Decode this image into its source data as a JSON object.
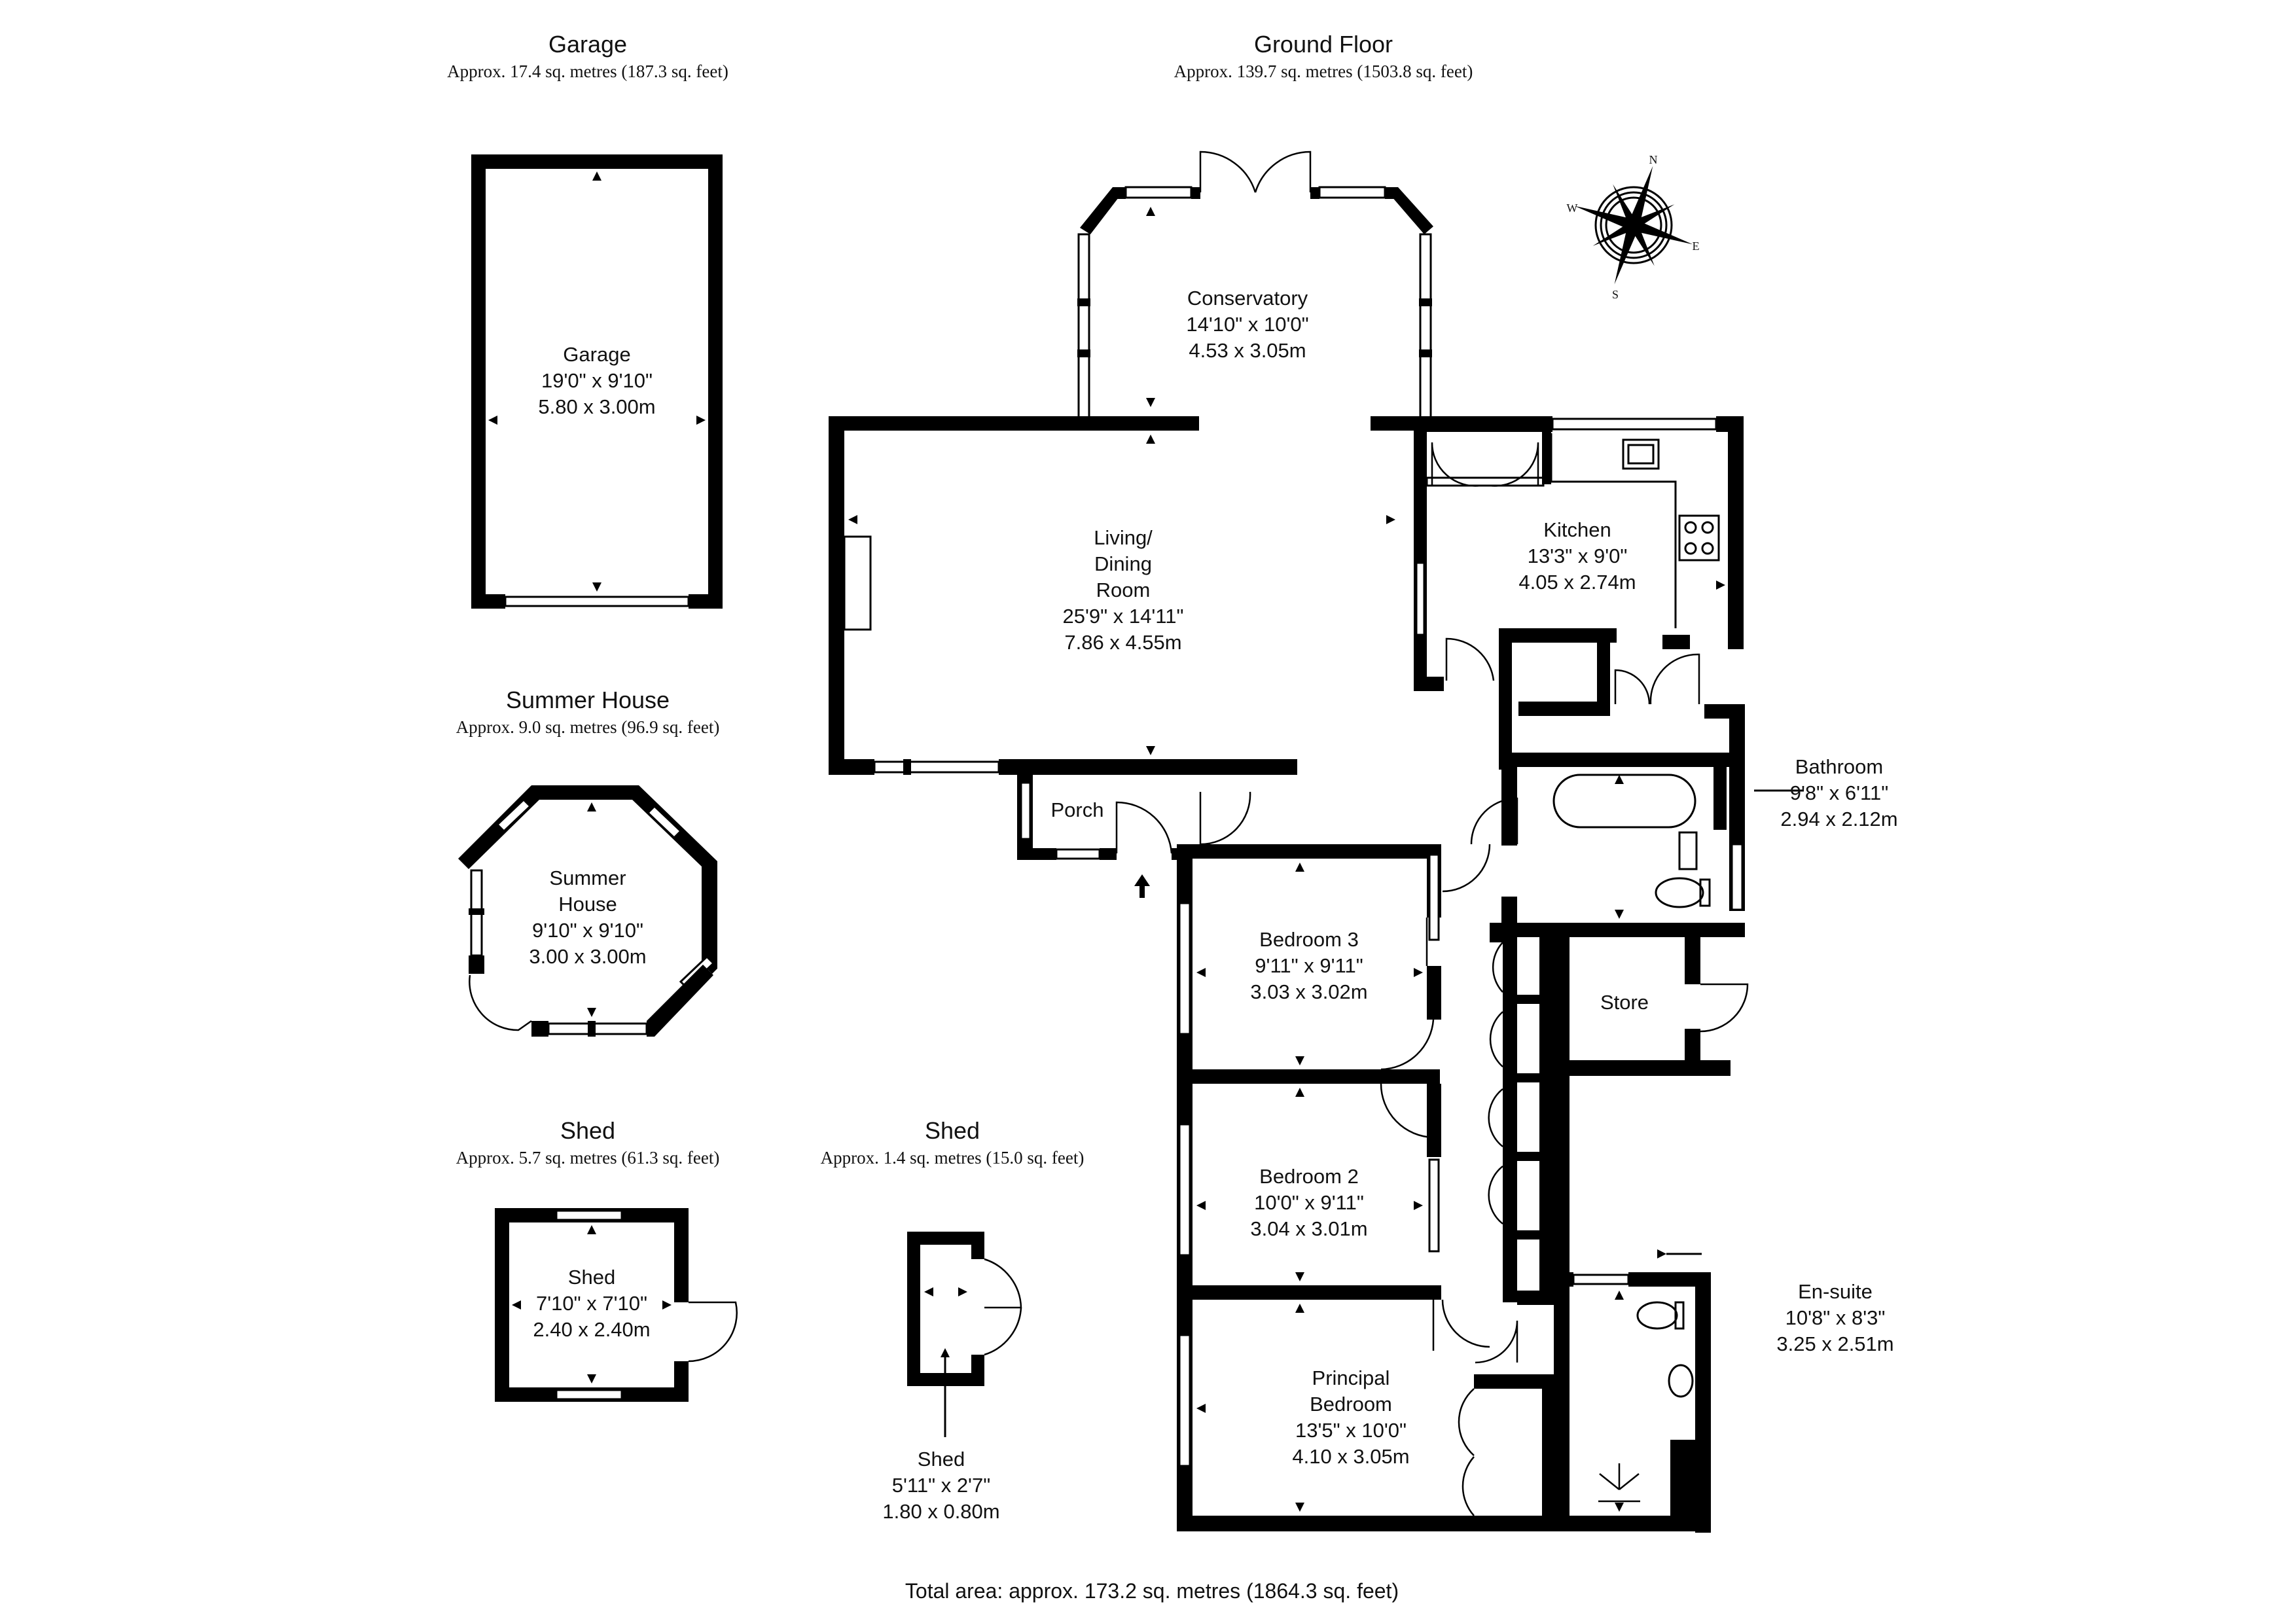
{
  "headings": {
    "garage": {
      "title": "Garage",
      "area": "Approx. 17.4 sq. metres (187.3 sq. feet)"
    },
    "ground_floor": {
      "title": "Ground Floor",
      "area": "Approx. 139.7 sq. metres (1503.8 sq. feet)"
    },
    "summer_house": {
      "title": "Summer House",
      "area": "Approx. 9.0 sq. metres (96.9 sq. feet)"
    },
    "shed_large": {
      "title": "Shed",
      "area": "Approx. 5.7 sq. metres (61.3 sq. feet)"
    },
    "shed_small": {
      "title": "Shed",
      "area": "Approx. 1.4 sq. metres (15.0 sq. feet)"
    }
  },
  "rooms": {
    "garage": [
      "Garage",
      "19'0\" x 9'10\"",
      "5.80 x 3.00m"
    ],
    "conservatory": [
      "Conservatory",
      "14'10\" x 10'0\"",
      "4.53 x 3.05m"
    ],
    "living": [
      "Living/",
      "Dining",
      "Room",
      "25'9\" x 14'11\"",
      "7.86 x 4.55m"
    ],
    "kitchen": [
      "Kitchen",
      "13'3\" x 9'0\"",
      "4.05 x 2.74m"
    ],
    "porch": [
      "Porch"
    ],
    "bathroom": [
      "Bathroom",
      "9'8\" x 6'11\"",
      "2.94 x 2.12m"
    ],
    "bedroom3": [
      "Bedroom 3",
      "9'11\" x 9'11\"",
      "3.03 x 3.02m"
    ],
    "store": [
      "Store"
    ],
    "bedroom2": [
      "Bedroom 2",
      "10'0\" x 9'11\"",
      "3.04 x 3.01m"
    ],
    "ensuite": [
      "En-suite",
      "10'8\" x 8'3\"",
      "3.25 x 2.51m"
    ],
    "principal": [
      "Principal",
      "Bedroom",
      "13'5\" x 10'0\"",
      "4.10 x 3.05m"
    ],
    "summer_house": [
      "Summer",
      "House",
      "9'10\" x 9'10\"",
      "3.00 x 3.00m"
    ],
    "shed_large": [
      "Shed",
      "7'10\" x 7'10\"",
      "2.40 x 2.40m"
    ],
    "shed_small": [
      "Shed",
      "5'11\" x 2'7\"",
      "1.80 x 0.80m"
    ]
  },
  "compass": [
    "N",
    "E",
    "S",
    "W"
  ],
  "total_area": "Total area: approx. 173.2 sq. metres (1864.3 sq. feet)"
}
